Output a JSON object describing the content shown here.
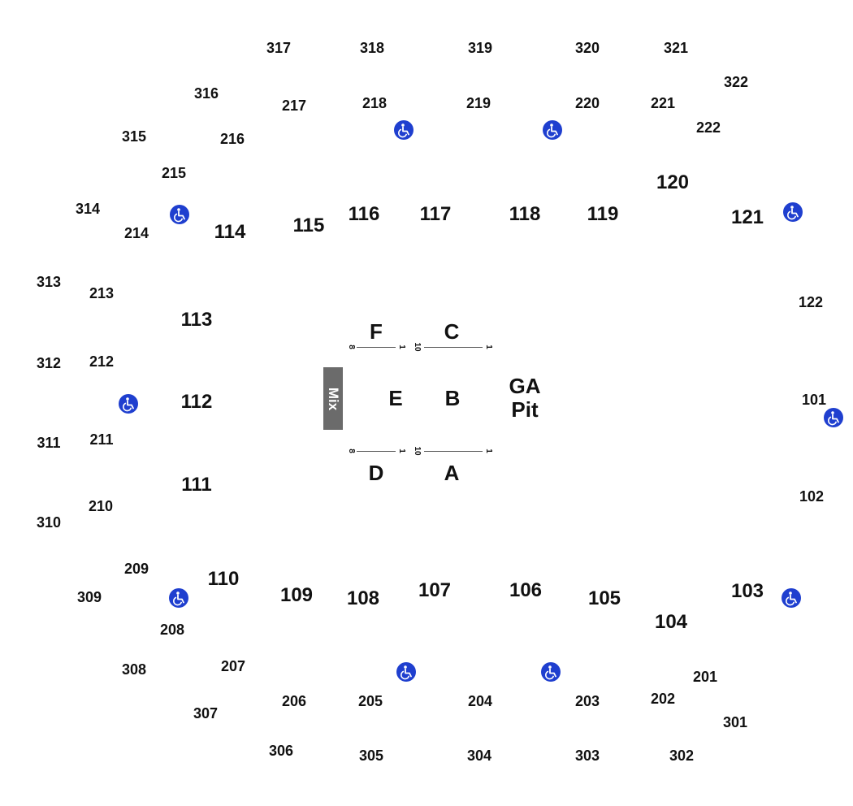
{
  "sections_300": [
    "317",
    "318",
    "319",
    "320",
    "321",
    "322",
    "316",
    "315",
    "314",
    "313",
    "312",
    "311",
    "310",
    "309",
    "308",
    "307",
    "306",
    "305",
    "304",
    "303",
    "302",
    "301"
  ],
  "sections_200": [
    "217",
    "218",
    "219",
    "220",
    "221",
    "222",
    "216",
    "215",
    "214",
    "213",
    "212",
    "211",
    "210",
    "209",
    "208",
    "207",
    "206",
    "205",
    "204",
    "203",
    "202",
    "201"
  ],
  "sections_100": [
    "120",
    "121",
    "122",
    "101",
    "102",
    "103",
    "104",
    "105",
    "106",
    "107",
    "108",
    "109",
    "110",
    "111",
    "112",
    "113",
    "114",
    "115",
    "116",
    "117",
    "118",
    "119"
  ],
  "floor": {
    "F": "F",
    "C": "C",
    "E": "E",
    "B": "B",
    "D": "D",
    "A": "A"
  },
  "pit": {
    "line1": "GA",
    "line2": "Pit"
  },
  "mix": "Mix",
  "row_labels": {
    "f_left": "8",
    "f_right": "1",
    "c_left": "10",
    "c_right": "1",
    "d_left": "8",
    "d_right": "1",
    "a_left": "10",
    "a_right": "1"
  },
  "accessibility_icon": "wheelchair-icon",
  "colors": {
    "accessible": "#1f3fcf",
    "mix_booth": "#6b6b6b",
    "text": "#111111"
  }
}
